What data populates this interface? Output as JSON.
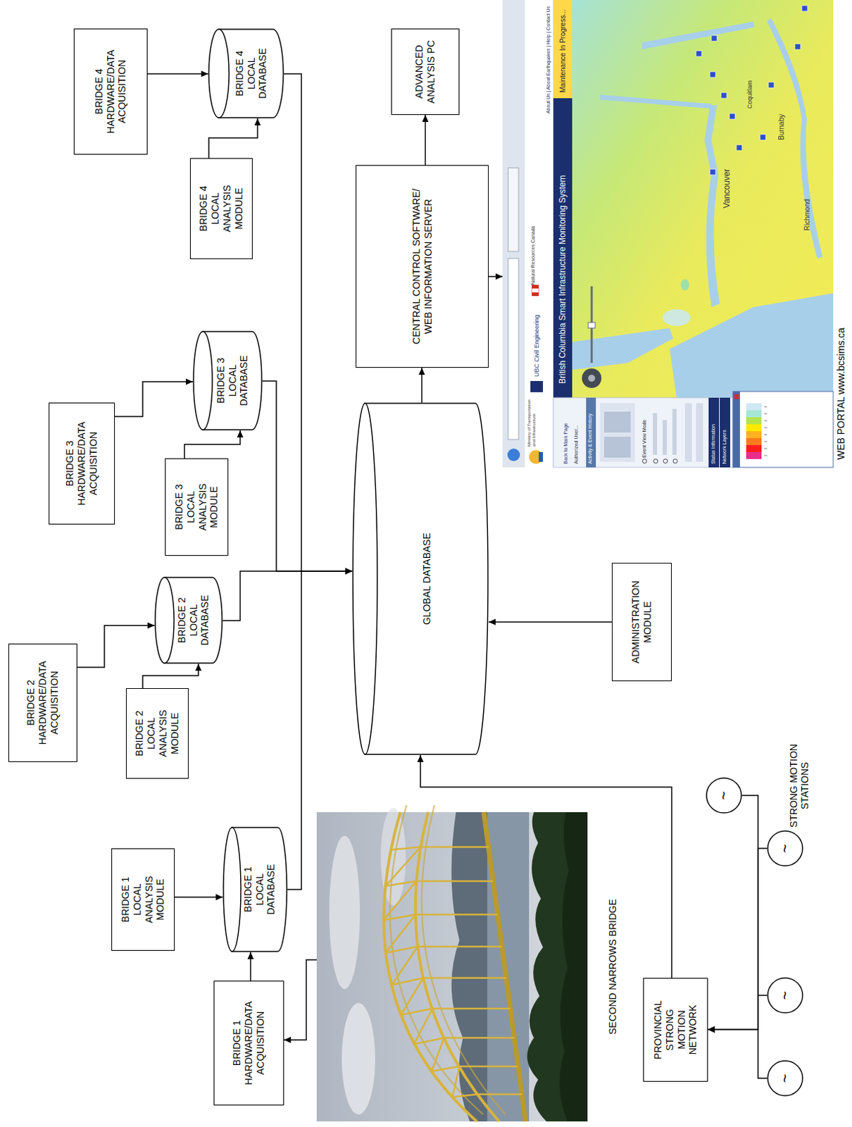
{
  "diagram": {
    "nodes": [
      {
        "text": [
          "BRIDGE 1 HARDWARE/DATA ACQUISITION"
        ]
      },
      {
        "text": [
          "BRIDGE 1 LOCAL ANALYSIS MODULE"
        ]
      },
      {
        "text": [
          "BRIDGE 1 LOCAL DATABASE"
        ]
      },
      {
        "text": [
          "SECOND NARROWS BRIDGE"
        ]
      },
      {
        "text": [
          "BRIDGE 2 HARDWARE/DATA ACQUISITION"
        ]
      },
      {
        "text": [
          "BRIDGE 2 LOCAL ANALYSIS MODULE"
        ]
      },
      {
        "text": [
          "BRIDGE 2 LOCAL DATABASE"
        ]
      },
      {
        "text": [
          "BRIDGE 3 HARDWARE/DATA ACQUISITION"
        ]
      },
      {
        "text": [
          "BRIDGE 3 LOCAL ANALYSIS MODULE"
        ]
      },
      {
        "text": [
          "BRIDGE 3 LOCAL DATABASE"
        ]
      },
      {
        "text": [
          "BRIDGE 4 HARDWARE/DATA ACQUISITION"
        ]
      },
      {
        "text": [
          "BRIDGE 4 LOCAL ANALYSIS MODULE"
        ]
      },
      {
        "text": [
          "BRIDGE 4 LOCAL DATABASE"
        ]
      },
      {
        "text": [
          "GLOBAL DATABASE"
        ]
      },
      {
        "text": [
          "CENTRAL CONTROL SOFTWARE/ WEB INFORMATION SERVER"
        ]
      },
      {
        "text": [
          "ADVANCED ANALYSIS PC"
        ]
      },
      {
        "text": [
          "ADMINISTRATION MODULE"
        ]
      },
      {
        "text": [
          "WEB PORTAL www.bcsims.ca"
        ]
      },
      {
        "text": [
          "PROVINCIAL STRONG MOTION NETWORK"
        ]
      },
      {
        "text": [
          "~"
        ]
      },
      {
        "text": [
          "~"
        ]
      },
      {
        "text": [
          "~"
        ]
      },
      {
        "text": [
          "~"
        ]
      }
    ],
    "edges": [
      {
        "from": 3,
        "to": 0,
        "arrow": "to"
      },
      {
        "from": 0,
        "to": 2,
        "arrow": "to"
      },
      {
        "from": 1,
        "to": 2,
        "arrow": "to"
      },
      {
        "from": 4,
        "to": 6,
        "arrow": "to"
      },
      {
        "from": 5,
        "to": 6,
        "arrow": "to"
      },
      {
        "from": 7,
        "to": 9,
        "arrow": "to"
      },
      {
        "from": 8,
        "to": 9,
        "arrow": "to"
      },
      {
        "from": 10,
        "to": 12,
        "arrow": "to"
      },
      {
        "from": 11,
        "to": 12,
        "arrow": "to"
      },
      {
        "from": 2,
        "to": 13,
        "arrow": "to"
      },
      {
        "from": 6,
        "to": 13,
        "arrow": "to"
      },
      {
        "from": 9,
        "to": 13,
        "arrow": "to"
      },
      {
        "from": 12,
        "to": 13,
        "arrow": "to"
      },
      {
        "from": 16,
        "to": 13,
        "arrow": "to"
      },
      {
        "from": 18,
        "to": 13,
        "arrow": "to"
      },
      {
        "from": 13,
        "to": 14,
        "arrow": "to"
      },
      {
        "from": 14,
        "to": 15,
        "arrow": "to"
      },
      {
        "from": 14,
        "to": 17,
        "arrow": "to"
      },
      {
        "from": 19,
        "to": 18,
        "arrow": "to"
      },
      {
        "from": 20,
        "to": 18,
        "arrow": "to"
      },
      {
        "from": 21,
        "to": 18,
        "arrow": "to"
      },
      {
        "from": 22,
        "to": 18,
        "arrow": "to"
      }
    ],
    "labels": [
      "STRONG MOTION STATIONS",
      "British Columbia Smart Infrastructure Monitoring System",
      "UBC Civil Engineering",
      "Natural Resources Canada",
      "Ministry of Transportation and Infrastructure",
      "About Us | About Earthquakes | Help | Contact Us",
      "Maintenance In Progress...",
      "Back to Main Page",
      "Authorized User...",
      "Activity & Event History",
      "Event View Mode",
      "Status Information",
      "Network Layers",
      "Vancouver",
      "Burnaby",
      "Richmond",
      "Coquitlam"
    ]
  }
}
